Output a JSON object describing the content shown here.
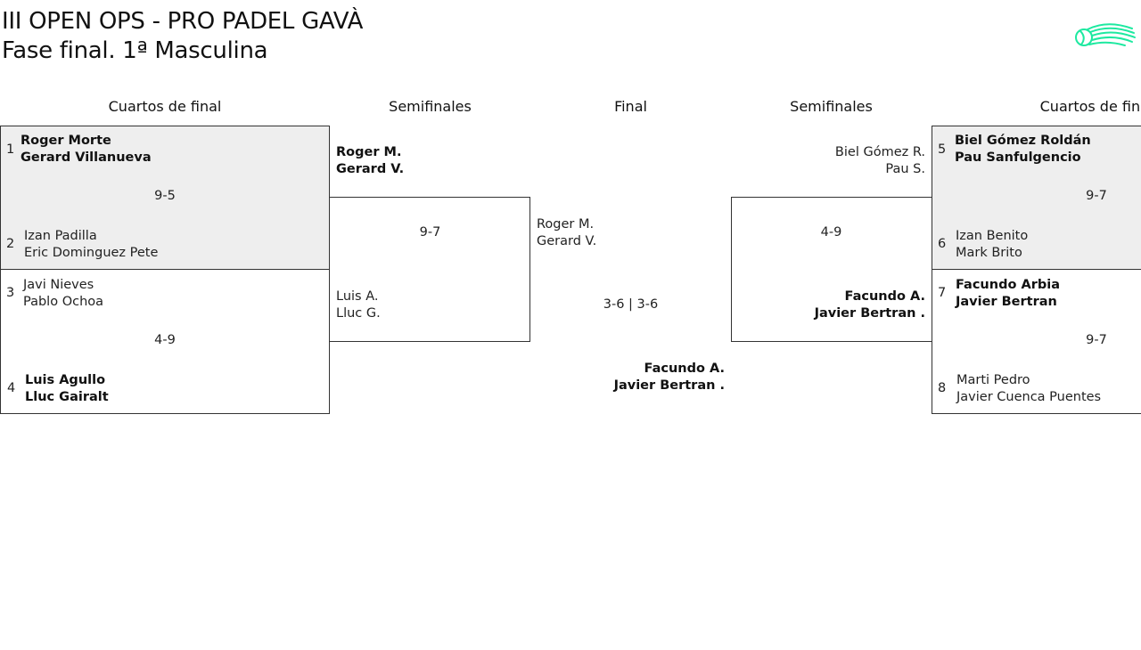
{
  "header": {
    "title_line1": "III OPEN OPS - PRO PADEL GAVÀ",
    "title_line2": "Fase final. 1ª Masculina",
    "logo_icon": "padel-ball-logo-icon",
    "brand_color": "#1de9a0"
  },
  "rounds": {
    "qf_left": "Cuartos de final",
    "sf_left": "Semifinales",
    "final": "Final",
    "sf_right": "Semifinales",
    "qf_right": "Cuartos de final"
  },
  "quarterfinals": [
    {
      "score": "9-5",
      "team_a": {
        "seed": "1",
        "p1": "Roger Morte",
        "p2": "Gerard Villanueva",
        "winner": true
      },
      "team_b": {
        "seed": "2",
        "p1": "Izan Padilla",
        "p2": "Eric Dominguez Pete",
        "winner": false
      }
    },
    {
      "score": "4-9",
      "team_a": {
        "seed": "3",
        "p1": "Javi Nieves",
        "p2": "Pablo Ochoa",
        "winner": false
      },
      "team_b": {
        "seed": "4",
        "p1": "Luis Agullo",
        "p2": "Lluc Gairalt",
        "winner": true
      }
    },
    {
      "score": "9-7",
      "team_a": {
        "seed": "5",
        "p1": "Biel Gómez Roldán",
        "p2": "Pau Sanfulgencio",
        "winner": true
      },
      "team_b": {
        "seed": "6",
        "p1": "Izan Benito",
        "p2": "Mark Brito",
        "winner": false
      }
    },
    {
      "score": "9-7",
      "team_a": {
        "seed": "7",
        "p1": "Facundo Arbia",
        "p2": "Javier Bertran",
        "winner": true
      },
      "team_b": {
        "seed": "8",
        "p1": "Marti Pedro",
        "p2": "Javier Cuenca Puentes",
        "winner": false
      }
    }
  ],
  "semifinals": [
    {
      "score": "9-7",
      "team_a": {
        "p1": "Roger M.",
        "p2": "Gerard V.",
        "winner": true
      },
      "team_b": {
        "p1": "Luis A.",
        "p2": "Lluc G.",
        "winner": false
      }
    },
    {
      "score": "4-9",
      "team_a": {
        "p1": "Biel Gómez R.",
        "p2": "Pau S.",
        "winner": false
      },
      "team_b": {
        "p1": "Facundo A.",
        "p2": "Javier Bertran .",
        "winner": true
      }
    }
  ],
  "final": {
    "score": "3-6 | 3-6",
    "team_a": {
      "p1": "Roger M.",
      "p2": "Gerard V.",
      "winner": false
    },
    "team_b": {
      "p1": "Facundo A.",
      "p2": "Javier Bertran .",
      "winner": true
    }
  }
}
